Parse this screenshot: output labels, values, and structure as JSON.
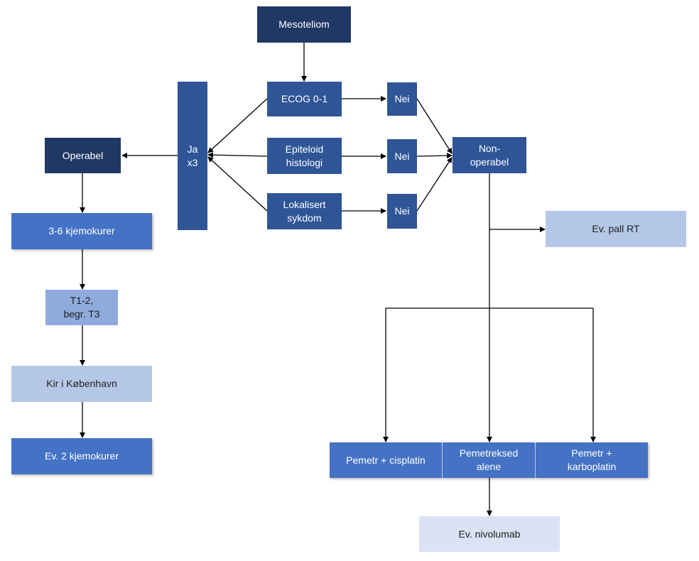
{
  "nodes": {
    "mesoteliom": "Mesoteliom",
    "ecog": "ECOG 0-1",
    "epiteloid": "Epiteloid\nhistologi",
    "lokalisert": "Lokalisert\nsykdom",
    "nei1": "Nei",
    "nei2": "Nei",
    "nei3": "Nei",
    "ja": "Ja\nx3",
    "nonoperabel": "Non-\noperabel",
    "operabel": "Operabel",
    "kjemo36": "3-6 kjemokurer",
    "t12": "T1-2,\nbegr. T3",
    "kir": "Kir i København",
    "kjemo2": "Ev. 2 kjemokurer",
    "pallrt": "Ev. pall RT",
    "cisplatin": "Pemetr  + cisplatin",
    "alene": "Pemetreksed\nalene",
    "karbo": "Pemetr  +\nkarboplatin",
    "nivolumab": "Ev. nivolumab"
  },
  "colors": {
    "dark": "#203864",
    "mid": "#2f5597",
    "blue": "#4472c4",
    "light1": "#8faadc",
    "light2": "#b4c7e7",
    "light3": "#dae3f3"
  }
}
